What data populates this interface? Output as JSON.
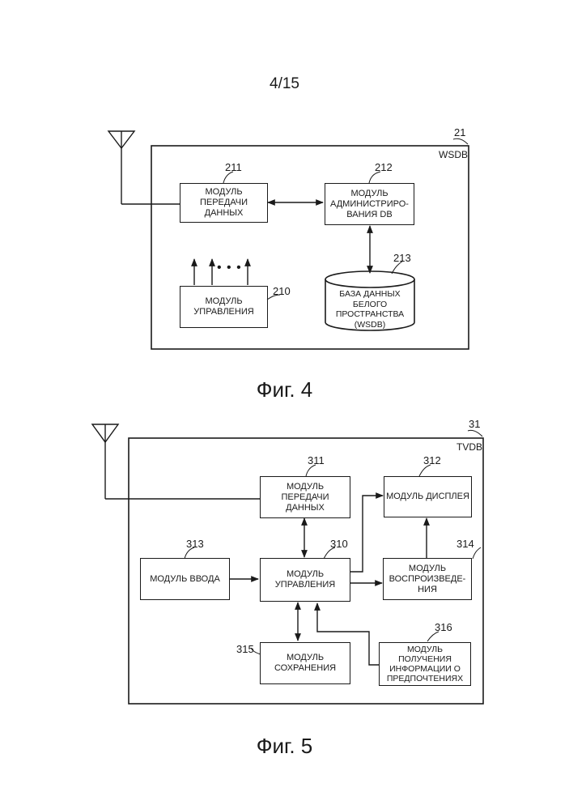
{
  "page_number": "4/15",
  "fig4": {
    "caption": "Фиг. 4",
    "frame_ref": "21",
    "frame_label": "WSDB",
    "block_211": {
      "ref": "211",
      "label": "МОДУЛЬ\nПЕРЕДАЧИ\nДАННЫХ"
    },
    "block_212": {
      "ref": "212",
      "label": "МОДУЛЬ\nАДМИНИСТРИРО-\nВАНИЯ DB"
    },
    "block_213": {
      "ref": "213",
      "label": "БАЗА ДАННЫХ\nБЕЛОГО\nПРОСТРАНСТВА\n(WSDB)"
    },
    "block_210": {
      "ref": "210",
      "label": "МОДУЛЬ\nУПРАВЛЕНИЯ"
    },
    "ellipsis": "• • •"
  },
  "fig5": {
    "caption": "Фиг. 5",
    "frame_ref": "31",
    "frame_label": "TVDB",
    "block_311": {
      "ref": "311",
      "label": "МОДУЛЬ\nПЕРЕДАЧИ\nДАННЫХ"
    },
    "block_312": {
      "ref": "312",
      "label": "МОДУЛЬ ДИСПЛЕЯ"
    },
    "block_313": {
      "ref": "313",
      "label": "МОДУЛЬ ВВОДА"
    },
    "block_310": {
      "ref": "310",
      "label": "МОДУЛЬ\nУПРАВЛЕНИЯ"
    },
    "block_314": {
      "ref": "314",
      "label": "МОДУЛЬ\nВОСПРОИЗВЕДЕ-\nНИЯ"
    },
    "block_315": {
      "ref": "315",
      "label": "МОДУЛЬ\nСОХРАНЕНИЯ"
    },
    "block_316": {
      "ref": "316",
      "label": "МОДУЛЬ\nПОЛУЧЕНИЯ\nИНФОРМАЦИИ О\nПРЕДПОЧТЕНИЯХ"
    }
  }
}
